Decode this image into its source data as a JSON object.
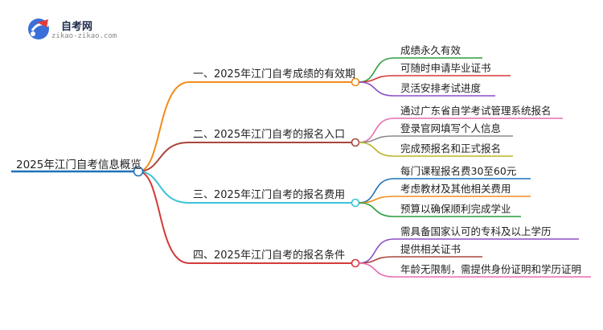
{
  "logo": {
    "title": "自考网",
    "url": "zikao-zikao.com",
    "colors": {
      "primary": "#3a6fd8",
      "accent": "#e03b3b"
    }
  },
  "mindmap": {
    "root": {
      "label": "2025年江门自考信息概览",
      "color": "#1f72b8"
    },
    "branches": [
      {
        "label": "一、2025年江门自考成绩的有效期",
        "color": "#f28c1a",
        "children": [
          {
            "label": "成绩永久有效",
            "color": "#2e9e3e"
          },
          {
            "label": "可随时申请毕业证书",
            "color": "#d63a3a"
          },
          {
            "label": "灵活安排考试进度",
            "color": "#8a4fc8"
          }
        ]
      },
      {
        "label": "二、2025年江门自考的报名入口",
        "color": "#a9463c",
        "children": [
          {
            "label": "通过广东省自学考试管理系统报名",
            "color": "#e56fb0"
          },
          {
            "label": "登录官网填写个人信息",
            "color": "#8c8c8c"
          },
          {
            "label": "完成预报名和正式报名",
            "color": "#b8b62a"
          }
        ]
      },
      {
        "label": "三、2025年江门自考的报名费用",
        "color": "#3cc4d8",
        "children": [
          {
            "label": "每门课程报名费30至60元",
            "color": "#1f72b8"
          },
          {
            "label": "考虑教材及其他相关费用",
            "color": "#f28c1a"
          },
          {
            "label": "预算以确保顺利完成学业",
            "color": "#2e9e3e"
          }
        ]
      },
      {
        "label": "四、2025年江门自考的报名条件",
        "color": "#d63a3a",
        "children": [
          {
            "label": "需具备国家认可的专科及以上学历",
            "color": "#8a4fc8"
          },
          {
            "label": "提供相关证书",
            "color": "#a9463c"
          },
          {
            "label": "年龄无限制，需提供身份证明和学历证明",
            "color": "#e56fb0"
          }
        ]
      }
    ]
  }
}
